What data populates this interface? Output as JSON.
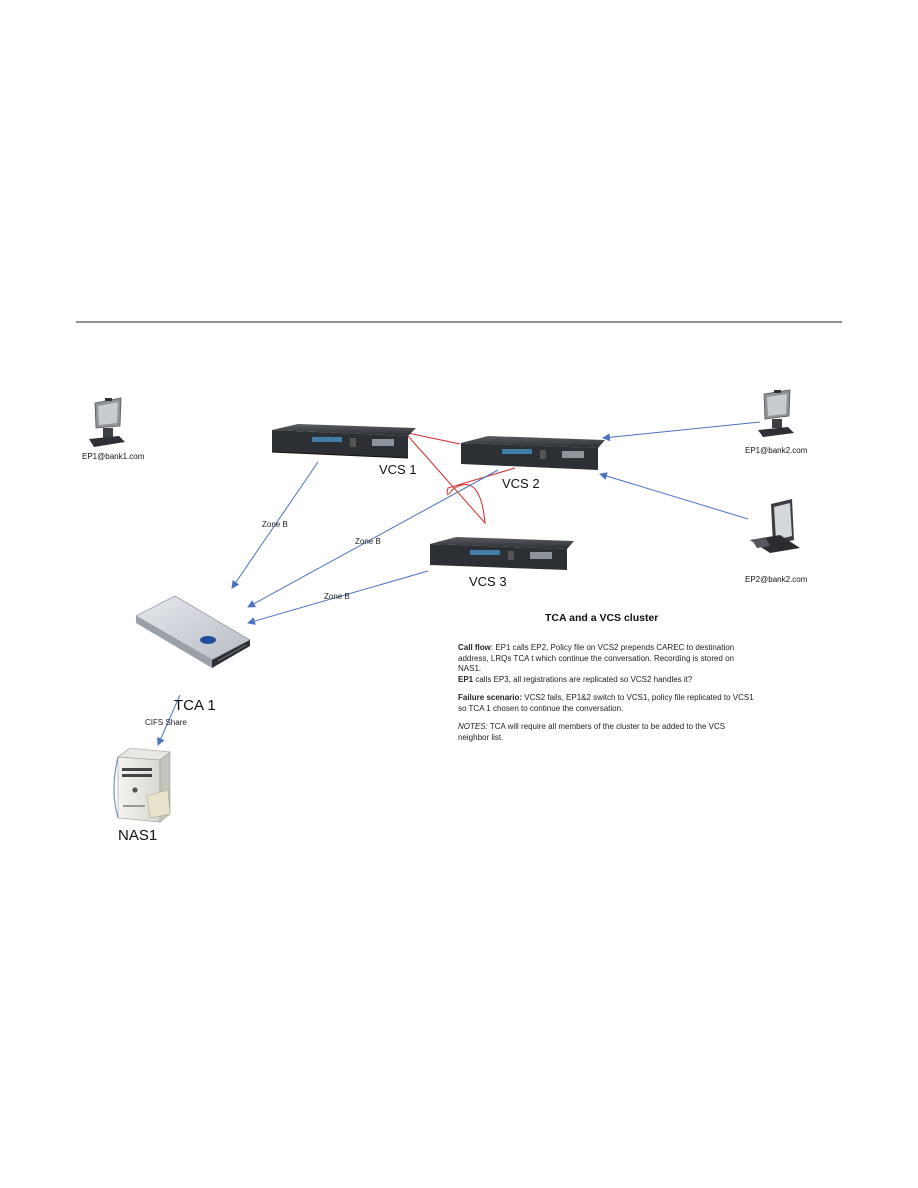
{
  "colors": {
    "red_link": "#d42a2a",
    "blue_link": "#4b73c2",
    "device_dark": "#2c2f33",
    "rule": "#222222"
  },
  "devices": {
    "vcs1": "VCS 1",
    "vcs2": "VCS 2",
    "vcs3": "VCS 3",
    "tca1": "TCA 1",
    "nas1": "NAS1"
  },
  "endpoints": {
    "ep1_bank1": "EP1@bank1.com",
    "ep1_bank2": "EP1@bank2.com",
    "ep2_bank2": "EP2@bank2.com"
  },
  "links": {
    "zone_b": "Zone B",
    "cifs": "CIFS Share"
  },
  "notes": {
    "title": "TCA and a VCS cluster",
    "call_flow_label": "Call flow",
    "call_flow_text": ": EP1 calls EP2, Policy file on VCS2 prepends CAREC to destination address, LRQs TCA t which continue the conversation. Recording is stored on NAS1.",
    "ep1_label": "EP1",
    "ep1_text": " calls EP3, all registrations are replicated so VCS2 handles it?",
    "failure_label": "Failure scenario:",
    "failure_text": " VCS2 fails, EP1&2 switch to VCS1, policy file replicated to VCS1 so TCA 1 chosen to continue the conversation.",
    "notes_label": "NOTES:",
    "notes_text": " TCA will require all members of the cluster to be added to the VCS neighbor list."
  }
}
